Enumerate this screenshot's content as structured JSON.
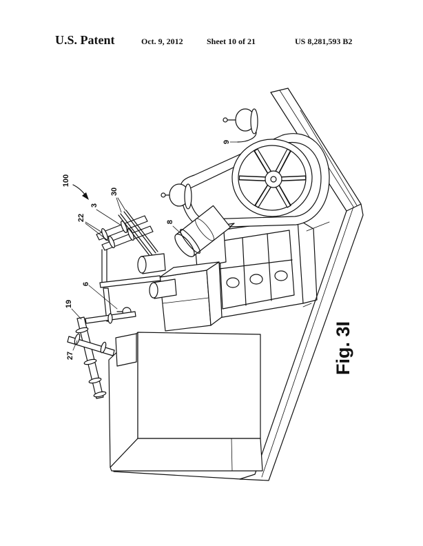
{
  "header": {
    "title": "U.S. Patent",
    "date": "Oct. 9, 2012",
    "sheet": "Sheet 10 of 21",
    "patent_number": "US 8,281,593 B2"
  },
  "figure": {
    "caption": "Fig. 3I",
    "reference_numerals": {
      "assembly": "100",
      "n22": "22",
      "n3": "3",
      "n30": "30",
      "n8": "8",
      "n9": "9",
      "n6": "6",
      "n19": "19",
      "n27": "27"
    }
  }
}
